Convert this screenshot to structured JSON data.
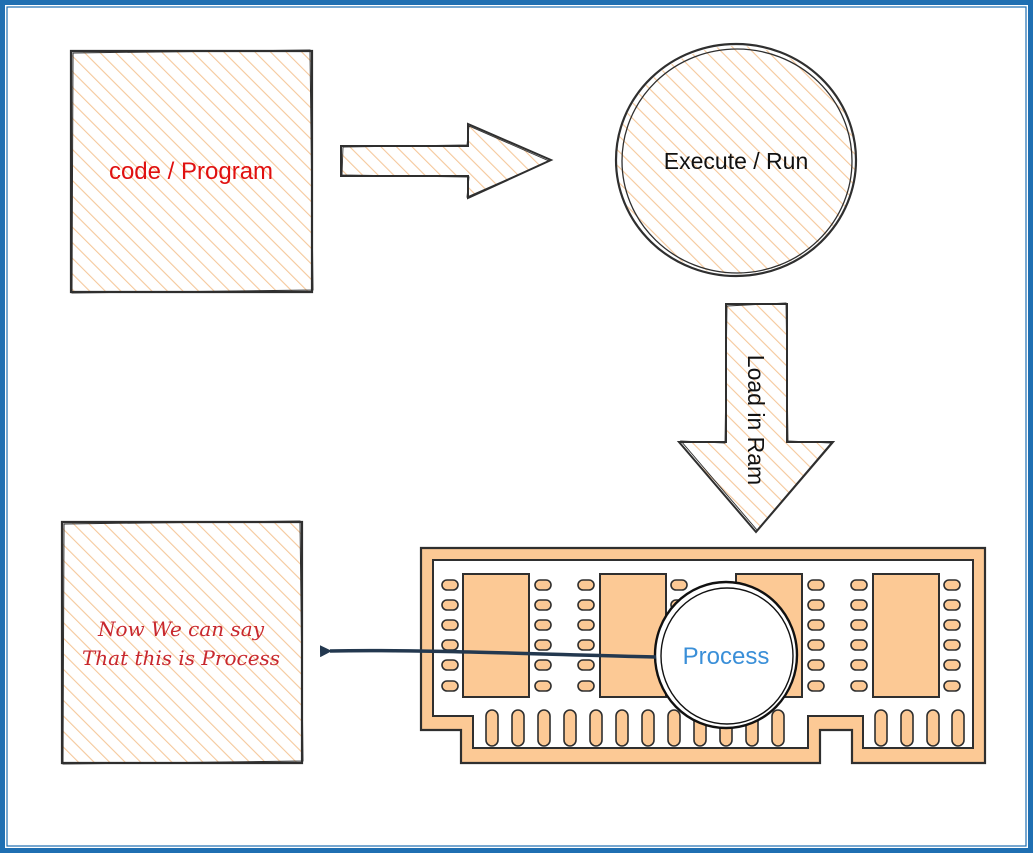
{
  "nodes": {
    "code_program": {
      "label": "code / Program"
    },
    "execute_run": {
      "label": "Execute / Run"
    },
    "load_in_ram": {
      "label": "Load in Ram"
    },
    "process": {
      "label": "Process"
    },
    "result": {
      "line1": "Now We can say",
      "line2": "That this is Process"
    }
  },
  "colors": {
    "frame": "#1f6fb2",
    "stroke": "#2f2f2f",
    "hatch": "#f5c89b",
    "ram_fill": "#fcc995",
    "red_text": "#e01010",
    "hand_text": "#c8282e",
    "process_text": "#3a8fd8",
    "connector": "#23384f"
  }
}
